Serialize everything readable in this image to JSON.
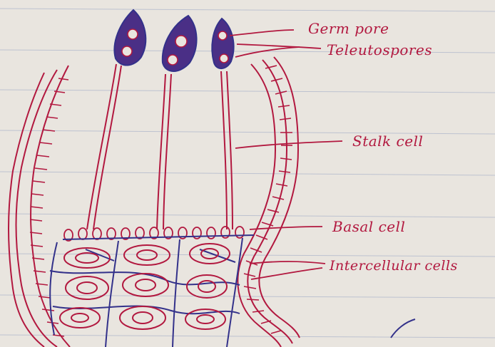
{
  "colors": {
    "paper": "#e9e5df",
    "rule_line": "#9aa6c4",
    "margin_line": "#d9a0ab",
    "ink_red": "#b2183f",
    "ink_blue": "#33318a",
    "spore_fill": "#4a2f86"
  },
  "labels": {
    "germ_pore": "Germ pore",
    "teleutospores": "Teleutospores",
    "stalk_cell": "Stalk cell",
    "basal_cell": "Basal cell",
    "intercellular_cells": "Intercellular cells"
  }
}
